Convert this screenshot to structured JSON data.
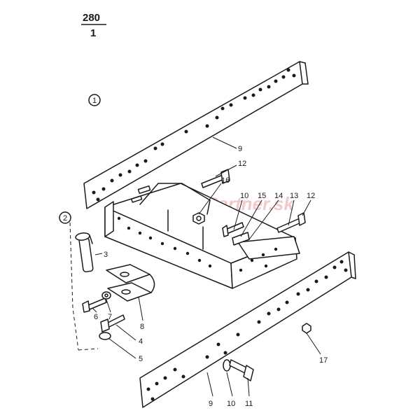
{
  "header": {
    "number": "280",
    "sub_number": "1"
  },
  "groups": [
    {
      "label": "1"
    },
    {
      "label": "2"
    }
  ],
  "watermark": {
    "text": "TraktorPartner.sk"
  },
  "callouts": {
    "c3": "3",
    "c4": "4",
    "c5": "5",
    "c6": "6",
    "c7": "7",
    "c8": "8",
    "c9_top": "9",
    "c9_bottom": "9",
    "c10_mid": "10",
    "c10_bottom": "10",
    "c11": "11",
    "c12_top": "12",
    "c12_right": "12",
    "c13": "13",
    "c14": "14",
    "c15": "15",
    "c16": "16",
    "c17": "17"
  },
  "colors": {
    "line": "#1a1a1a",
    "watermark": "#e8a0a0"
  }
}
